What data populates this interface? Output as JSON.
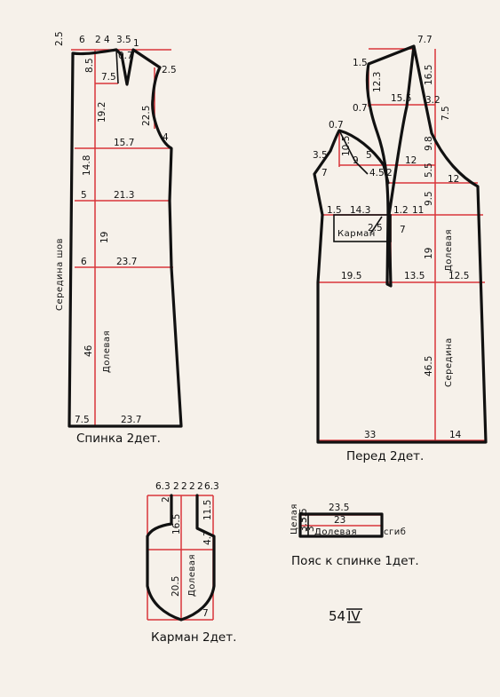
{
  "colors": {
    "outline": "#111111",
    "construction": "#d9353a",
    "paper": "#f6f1ea"
  },
  "back": {
    "caption": "Спинка 2дет.",
    "center_label": "Середина шов",
    "grain_label": "Долевая",
    "dims": {
      "neck_w": "2.5",
      "top_a": "6",
      "top_b": "2",
      "top_c": "4",
      "top_d": "3.5",
      "top_e": "1",
      "neck_d": "8.5",
      "dart_d": "0.7",
      "shoulder": "2.5",
      "dart_w": "7.5",
      "armhole_h": "19.2",
      "side_h": "22.5",
      "chest": "15.7",
      "armhole_d": "4",
      "bust_h": "14.8",
      "waist_in": "5",
      "waist": "21.3",
      "hip_h": "19",
      "hip_in": "6",
      "hip": "23.7",
      "skirt_h": "46",
      "hem_in": "7.5",
      "hem": "23.7"
    }
  },
  "front": {
    "caption": "Перед 2дет.",
    "center_label": "Середина",
    "grain_label": "Долевая",
    "pocket_label": "Карман",
    "dims": {
      "top": "7.7",
      "neck_in": "1.5",
      "neck_d": "12.3",
      "neck_d2": "16.5",
      "lap": "0.7",
      "neck_w": "15.5",
      "lap2": "3.2",
      "side_d": "7.5",
      "sh": "0.7",
      "sh_d": "10.5",
      "w9": "9",
      "w5": "5",
      "bust": "12",
      "sh_in": "3.5",
      "arm_i": "7",
      "dart": "4.5",
      "dart2": "2",
      "b2": "9.8",
      "b3": "5.5",
      "b4": "12",
      "b5": "9.5",
      "wl_in": "1.5",
      "wl": "14.3",
      "wl2": "1.2",
      "wl3": "11",
      "pk": "2.5",
      "pk2": "7",
      "grain_h": "19",
      "hip_l": "19.5",
      "hip_m": "13.5",
      "hip_r": "12.5",
      "skirt_h": "46.5",
      "hem_l": "33",
      "hem_r": "14"
    }
  },
  "pocket": {
    "caption": "Карман 2дет.",
    "grain_label": "Долевая",
    "dims": {
      "t1": "6.3",
      "t2": "2",
      "t3": "2",
      "t4": "2",
      "t5": "2",
      "t6": "6.3",
      "side_l": "2",
      "mid": "16.5",
      "right": "11.5",
      "step": "4.7",
      "bottom": "20.5",
      "tip": "7"
    }
  },
  "belt": {
    "caption": "Пояс к спинке 1дет.",
    "left_label": "Целая",
    "grain_label": "Долевая",
    "fold_label": "сгиб",
    "dims": {
      "top": "23.5",
      "inner": "23",
      "h1": "3.5",
      "h2": "3.5",
      "h3": "3"
    }
  },
  "page": {
    "number": "54",
    "roman": "IV"
  }
}
